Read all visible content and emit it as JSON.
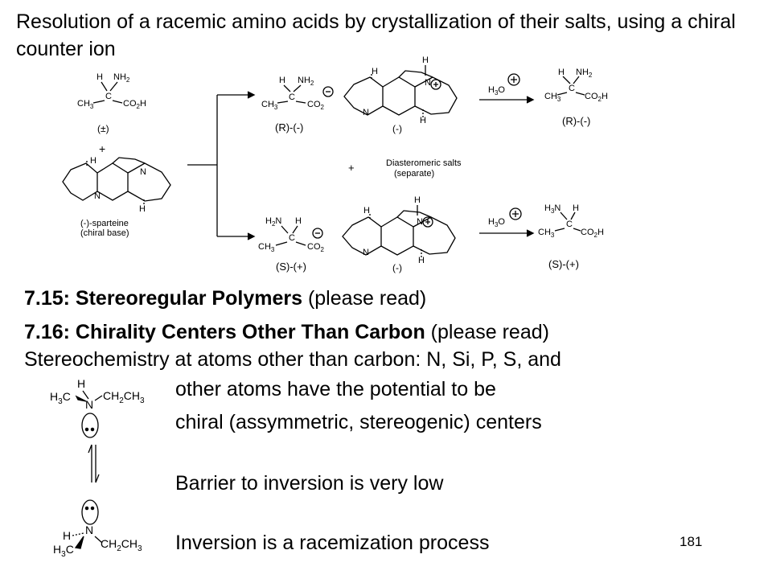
{
  "slide": {
    "title": "Resolution of a racemic amino acids by crystallization of their salts, using a chiral counter ion",
    "page_number": "181"
  },
  "scheme": {
    "racemate_label": "(±)",
    "plus": "+",
    "sparteine_label_1": "(-)-sparteine",
    "sparteine_label_2": "(chiral base)",
    "salt_r_label": "(R)-(-)",
    "salt_s_label": "(S)-(+)",
    "base_label": "(-)",
    "diastereomeric_1": "Diasteromeric salts",
    "diastereomeric_2": "(separate)",
    "product_r_label": "(R)-(-)",
    "product_s_label": "(S)-(+)",
    "reagent": "H3O+"
  },
  "sections": {
    "s715_bold": "7.15: Stereoregular Polymers",
    "s715_rest": " (please read)",
    "s716_bold": "7.16: Chirality Centers Other Than Carbon",
    "s716_rest": " (please read)",
    "line1": "Stereochemistry at atoms other than carbon:  N, Si, P, S, and",
    "line2": "other atoms have the potential to be",
    "line3": "chiral (assymmetric, stereogenic) centers",
    "line4": "Barrier to inversion is very low",
    "line5": "Inversion is a racemization process"
  },
  "amine": {
    "top_h": "H",
    "top_left": "H3C",
    "top_n": "N",
    "top_right": "CH2CH3",
    "bottom_h": "H",
    "bottom_n": "N",
    "bottom_right": "CH2CH3",
    "bottom_left": "H3C"
  }
}
